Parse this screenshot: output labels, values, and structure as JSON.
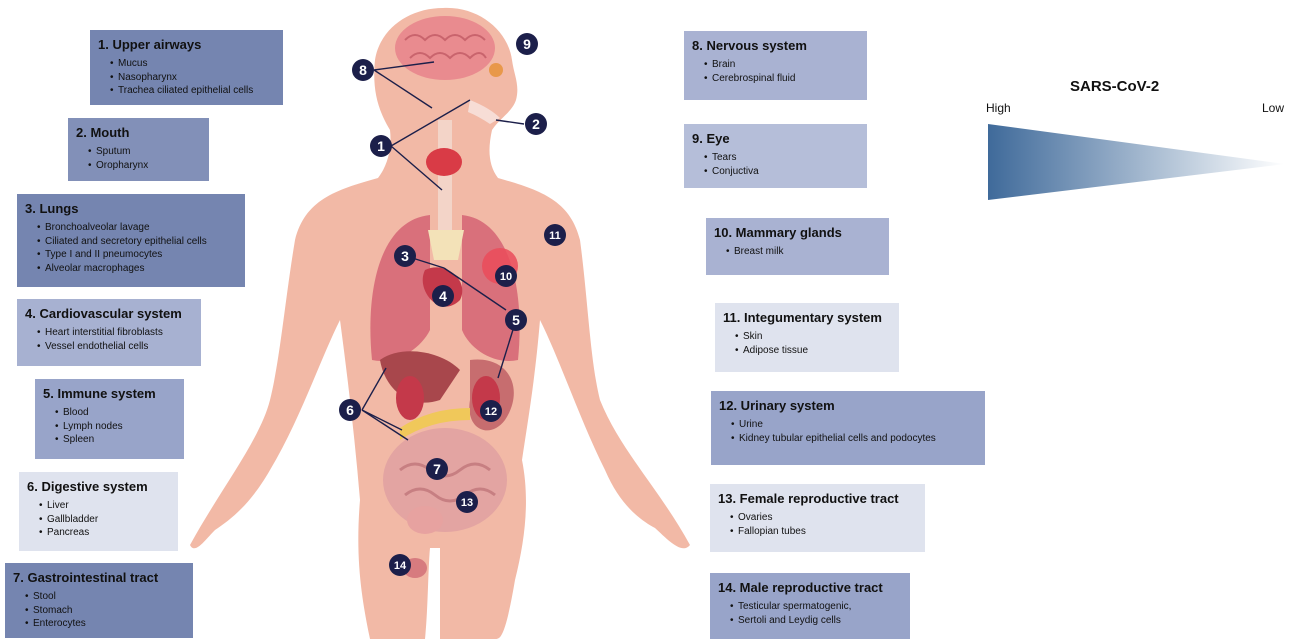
{
  "legend": {
    "title": "SARS-CoV-2",
    "high": "High",
    "low": "Low",
    "color_high": "#3f6a9a",
    "color_low": "#ffffff"
  },
  "boxes": [
    {
      "title": "1. Upper airways",
      "items": [
        "Mucus",
        "Nasopharynx",
        "Trachea ciliated epithelial cells"
      ],
      "color": "#7585b0"
    },
    {
      "title": "2. Mouth",
      "items": [
        "Sputum",
        "Oropharynx"
      ],
      "color": "#8290b8"
    },
    {
      "title": "3. Lungs",
      "items": [
        "Bronchoalveolar lavage",
        "Ciliated and secretory epithelial cells",
        "Type I and II pneumocytes",
        "Alveolar macrophages"
      ],
      "color": "#7585b0"
    },
    {
      "title": "4. Cardiovascular system",
      "items": [
        "Heart interstitial fibroblasts",
        "Vessel endothelial cells"
      ],
      "color": "#a7b1d1"
    },
    {
      "title": "5. Immune system",
      "items": [
        "Blood",
        "Lymph nodes",
        "Spleen"
      ],
      "color": "#98a4c9"
    },
    {
      "title": "6. Digestive system",
      "items": [
        "Liver",
        "Gallbladder",
        "Pancreas"
      ],
      "color": "#dfe3ee"
    },
    {
      "title": "7. Gastrointestinal tract",
      "items": [
        "Stool",
        "Stomach",
        "Enterocytes"
      ],
      "color": "#7585b0"
    },
    {
      "title": "8. Nervous system",
      "items": [
        "Brain",
        "Cerebrospinal fluid"
      ],
      "color": "#a9b2d2"
    },
    {
      "title": "9. Eye",
      "items": [
        "Tears",
        "Conjuctiva"
      ],
      "color": "#b5bed9"
    },
    {
      "title": "10. Mammary glands",
      "items": [
        "Breast milk"
      ],
      "color": "#a9b2d2"
    },
    {
      "title": "11. Integumentary system",
      "items": [
        "Skin",
        "Adipose tissue"
      ],
      "color": "#dfe3ee"
    },
    {
      "title": "12. Urinary system",
      "items": [
        "Urine",
        "Kidney tubular epithelial cells and podocytes"
      ],
      "color": "#98a4c9"
    },
    {
      "title": "13. Female reproductive tract",
      "items": [
        "Ovaries",
        "Fallopian tubes"
      ],
      "color": "#dfe3ee"
    },
    {
      "title": "14. Male reproductive tract",
      "items": [
        "Testicular spermatogenic,",
        "Sertoli and Leydig cells"
      ],
      "color": "#98a4c9"
    }
  ],
  "markers": [
    "1",
    "2",
    "3",
    "4",
    "5",
    "6",
    "7",
    "8",
    "9",
    "10",
    "11",
    "12",
    "13",
    "14"
  ],
  "colors": {
    "skin": "#f2b9a6",
    "skin_dark": "#e89c88",
    "marker": "#1c1f4a",
    "organ_red": "#c4394a",
    "organ_pink": "#e07880",
    "brain": "#e98b8f"
  }
}
